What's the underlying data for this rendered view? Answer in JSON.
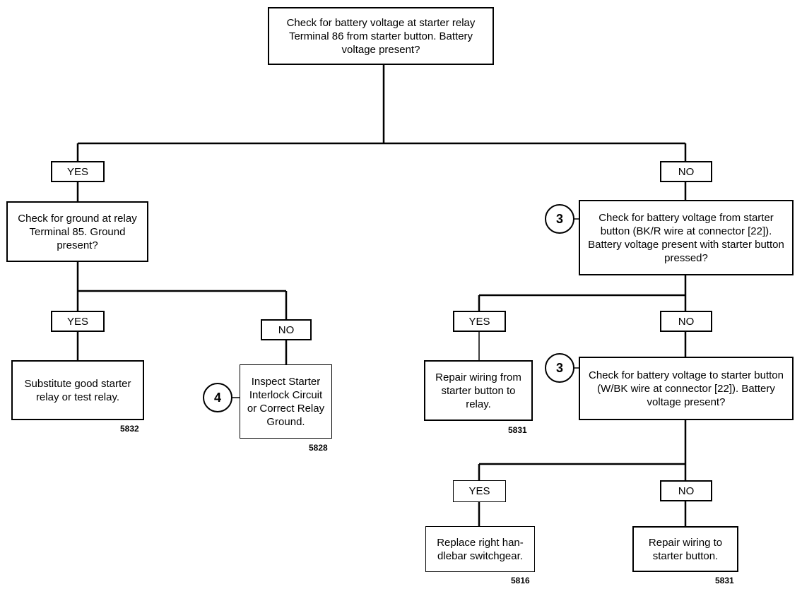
{
  "nodes": {
    "root": "Check for battery voltage at starter relay Terminal 86 from starter button. Battery voltage present?",
    "ground_check": "Check for ground at relay Terminal 85. Ground present?",
    "substitute_relay": "Substitute good starter relay or test relay.",
    "inspect_interlock": "Inspect Starter Interlock Circuit or Correct Relay Ground.",
    "bkr_check": "Check for battery voltage from starter button (BK/R wire at connector [22]). Battery voltage present with starter button pressed?",
    "repair_wiring_relay": "Repair wiring from starter button to relay.",
    "wbk_check": "Check for battery voltage to starter button (W/BK wire at connector [22]). Battery voltage present?",
    "replace_switchgear": "Replace right han-dlebar switchgear.",
    "repair_wiring_button": "Repair wiring to starter button."
  },
  "labels": {
    "yes": "YES",
    "no": "NO"
  },
  "step_refs": {
    "interlock": "4",
    "bkr": "3",
    "wbk": "3"
  },
  "codes": {
    "substitute_relay": "5832",
    "inspect_interlock": "5828",
    "repair_wiring_relay": "5831",
    "replace_switchgear": "5816",
    "repair_wiring_button": "5831"
  }
}
